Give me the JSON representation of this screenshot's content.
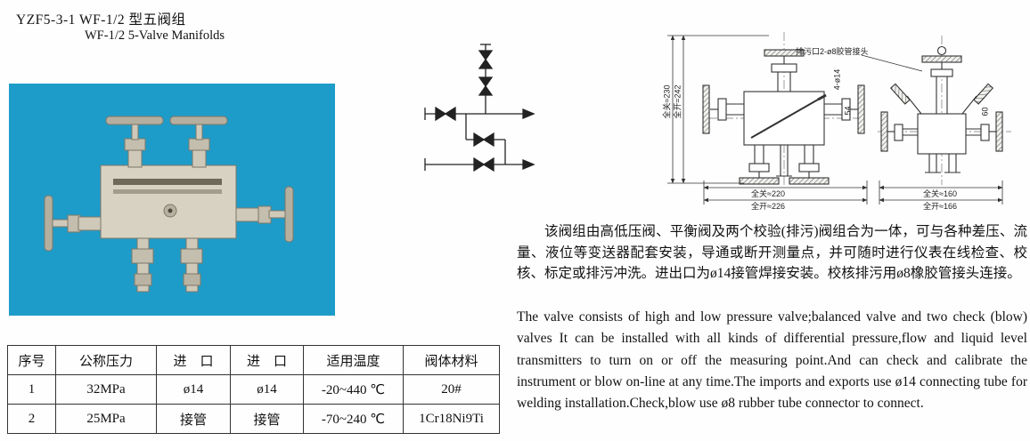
{
  "page": {
    "title_line1": "YZF5-3-1 WF-1/2 型五阀组",
    "title_line2": "WF-1/2 5-Valve Manifolds"
  },
  "drawing_labels": {
    "blowdown_note": "排污口2-ø8胶管接头",
    "front_height_closed": "全关≈230",
    "front_height_open": "全开≈242",
    "dim_54": "54",
    "dim_holes": "4-ø14",
    "front_width_closed": "全关≈220",
    "front_width_open": "全开≈226",
    "side_width_closed": "全关≈160",
    "side_width_open": "全开≈166",
    "dim_60": "60"
  },
  "description_zh": "该阀组由高低压阀、平衡阀及两个校验(排污)阀组合为一体，可与各种差压、流量、液位等变送器配套安装，导通或断开测量点，并可随时进行仪表在线检查、校核、标定或排污冲洗。进出口为ø14接管焊接安装。校核排污用ø8橡胶管接头连接。",
  "description_en": "The valve consists of high and low pressure valve;balanced valve and two check (blow) valves It can be installed with all kinds of differential pressure,flow and liquid level transmitters to turn on or off the measuring point.And can check and calibrate the instrument or blow on-line at any time.The imports and exports use ø14 connecting tube for welding installation.Check,blow use ø8 rubber tube connector to connect.",
  "spec_table": {
    "headers": [
      "序号",
      "公称压力",
      "进　口",
      "进　口",
      "适用温度",
      "阀体材料"
    ],
    "rows": [
      [
        "1",
        "32MPa",
        "ø14",
        "ø14",
        "-20~440 ℃",
        "20#"
      ],
      [
        "2",
        "25MPa",
        "接管",
        "接管",
        "-70~240 ℃",
        "1Cr18Ni9Ti"
      ]
    ]
  }
}
